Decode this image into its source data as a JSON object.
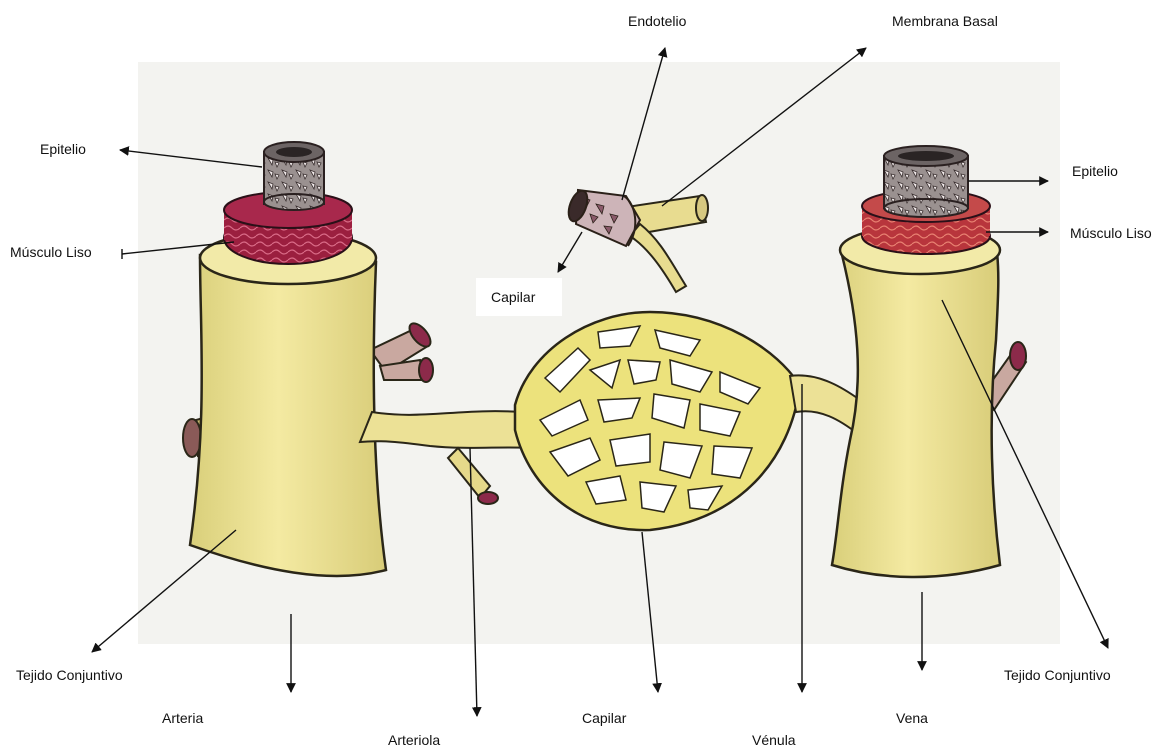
{
  "labels": {
    "endotelio": "Endotelio",
    "membrana_basal": "Membrana Basal",
    "epitelio_left": "Epitelio",
    "musculo_liso_left": "Músculo Liso",
    "capilar_top": "Capilar",
    "epitelio_right": "Epitelio",
    "musculo_liso_right": "Músculo Liso",
    "tejido_conjuntivo_left": "Tejido Conjuntivo",
    "tejido_conjuntivo_right": "Tejido Conjuntivo",
    "arteria": "Arteria",
    "arteriola": "Arteriola",
    "capilar_bottom": "Capilar",
    "venula": "Vénula",
    "vena": "Vena"
  },
  "colors": {
    "vessel_yellow": "#efe39a",
    "vessel_outline": "#2a2618",
    "muscle_red": "#9b1f3f",
    "muscle_red_right": "#b8353c",
    "epithelium_gray": "#8c8484",
    "branch_pink": "#a8505e",
    "background_wash": "#eeeeec"
  }
}
